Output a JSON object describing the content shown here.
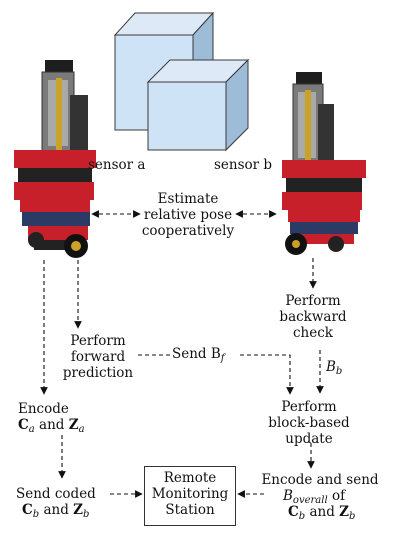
{
  "labels": {
    "sensor_a": "sensor a",
    "sensor_b": "sensor b",
    "estimate": [
      "Estimate",
      "relative pose",
      "cooperatively"
    ],
    "backward": [
      "Perform",
      "backward",
      "check"
    ],
    "forward": [
      "Perform",
      "forward",
      "prediction"
    ],
    "send_bf": "Send B",
    "send_bf_sub": "f",
    "bb": "B",
    "bb_sub": "b",
    "block": [
      "Perform",
      "block-based",
      "update"
    ],
    "encode_a": [
      "Encode",
      "C",
      "a",
      "and",
      "Z",
      "a"
    ],
    "send_coded": [
      "Send coded",
      "C",
      "b",
      "and",
      "Z",
      "b"
    ],
    "remote": [
      "Remote",
      "Monitoring",
      "Station"
    ],
    "encode_send": [
      "Encode and send",
      "B",
      "overall",
      "of",
      "C",
      "b",
      "and",
      "Z",
      "b"
    ]
  },
  "colors": {
    "cube_fill": "#cfe3f6",
    "cube_side": "#9dbcd8",
    "cube_stroke": "#3a3a3a",
    "robot_red": "#c8202a",
    "robot_dark": "#1e1e1e",
    "robot_board": "#6b6b6b"
  },
  "icons": [
    "robot-a-icon",
    "robot-b-icon",
    "sensor-cube-icon"
  ]
}
